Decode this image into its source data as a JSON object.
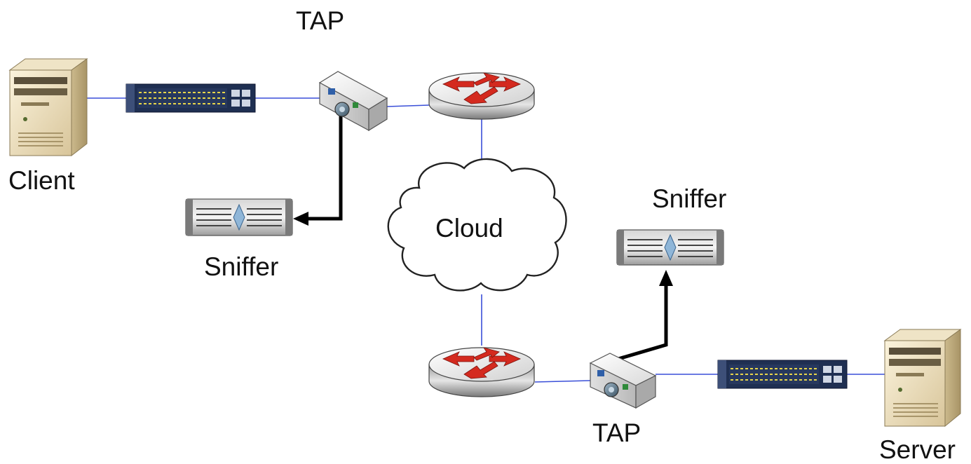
{
  "labels": {
    "tap_top": "TAP",
    "client": "Client",
    "sniffer_left": "Sniffer",
    "cloud": "Cloud",
    "sniffer_right": "Sniffer",
    "tap_bottom": "TAP",
    "server": "Server"
  },
  "colors": {
    "link": "#3a4fd8",
    "tap_link": "#000000",
    "router_arrow": "#d42a1f",
    "switch_led": "#e8d64a"
  },
  "nodes": [
    {
      "id": "client",
      "icon": "server-tower-icon",
      "label": "Client"
    },
    {
      "id": "switch-left",
      "icon": "network-switch-icon"
    },
    {
      "id": "tap-left",
      "icon": "network-tap-icon",
      "label": "TAP"
    },
    {
      "id": "router-top",
      "icon": "router-icon"
    },
    {
      "id": "sniffer-left",
      "icon": "rack-server-icon",
      "label": "Sniffer"
    },
    {
      "id": "cloud",
      "icon": "cloud-icon",
      "label": "Cloud"
    },
    {
      "id": "router-bottom",
      "icon": "router-icon"
    },
    {
      "id": "tap-right",
      "icon": "network-tap-icon",
      "label": "TAP"
    },
    {
      "id": "sniffer-right",
      "icon": "rack-server-icon",
      "label": "Sniffer"
    },
    {
      "id": "switch-right",
      "icon": "network-switch-icon"
    },
    {
      "id": "server",
      "icon": "server-tower-icon",
      "label": "Server"
    }
  ],
  "links": [
    {
      "from": "client",
      "to": "switch-left",
      "style": "thin"
    },
    {
      "from": "switch-left",
      "to": "tap-left",
      "style": "thin"
    },
    {
      "from": "tap-left",
      "to": "router-top",
      "style": "thin"
    },
    {
      "from": "router-top",
      "to": "cloud",
      "style": "thin"
    },
    {
      "from": "cloud",
      "to": "router-bottom",
      "style": "thin"
    },
    {
      "from": "router-bottom",
      "to": "tap-right",
      "style": "thin"
    },
    {
      "from": "tap-right",
      "to": "switch-right",
      "style": "thin"
    },
    {
      "from": "switch-right",
      "to": "server",
      "style": "thin"
    },
    {
      "from": "tap-left",
      "to": "sniffer-left",
      "style": "thick-arrow"
    },
    {
      "from": "tap-right",
      "to": "sniffer-right",
      "style": "thick-arrow"
    }
  ]
}
